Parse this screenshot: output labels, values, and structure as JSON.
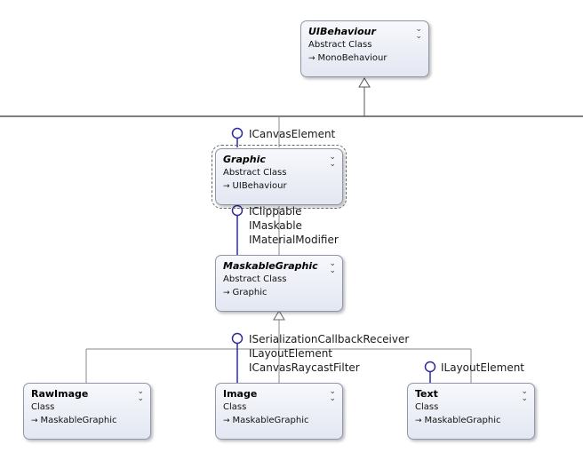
{
  "classes": {
    "uibehaviour": {
      "name": "UIBehaviour",
      "type": "Abstract Class",
      "base": "MonoBehaviour"
    },
    "graphic": {
      "name": "Graphic",
      "type": "Abstract Class",
      "base": "UIBehaviour"
    },
    "maskable": {
      "name": "MaskableGraphic",
      "type": "Abstract Class",
      "base": "Graphic"
    },
    "rawimage": {
      "name": "RawImage",
      "type": "Class",
      "base": "MaskableGraphic"
    },
    "image": {
      "name": "Image",
      "type": "Class",
      "base": "MaskableGraphic"
    },
    "text": {
      "name": "Text",
      "type": "Class",
      "base": "MaskableGraphic"
    }
  },
  "interfaces": {
    "graphic_top": [
      "ICanvasElement"
    ],
    "graphic_bottom": [
      "IClippable",
      "IMaskable",
      "IMaterialModifier"
    ],
    "image": [
      "ISerializationCallbackReceiver",
      "ILayoutElement",
      "ICanvasRaycastFilter"
    ],
    "text": [
      "ILayoutElement"
    ]
  },
  "icons": {
    "collapse": "double-chevron-down-icon",
    "inherit": "arrow-right-icon",
    "lollipop": "interface-lollipop-icon"
  },
  "colors": {
    "box_top": "#f7f8fc",
    "box_bottom": "#e3e7f2",
    "box_border": "#8f97a8",
    "lollipop": "#2b2b9a",
    "connector": "#888888"
  }
}
